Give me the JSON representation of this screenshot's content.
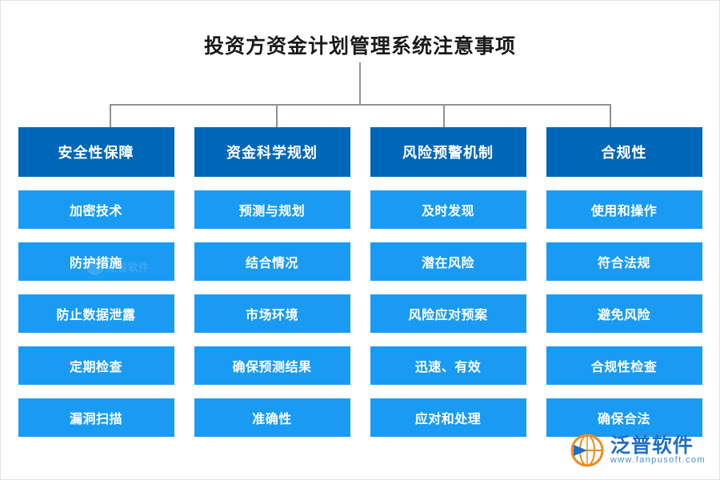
{
  "page": {
    "title": "投资方资金计划管理系统注意事项"
  },
  "diagram": {
    "type": "org-tree",
    "columns": [
      {
        "header": "安全性保障",
        "items": [
          "加密技术",
          "防护措施",
          "防止数据泄露",
          "定期检查",
          "漏洞扫描"
        ]
      },
      {
        "header": "资金科学规划",
        "items": [
          "预测与规划",
          "结合情况",
          "市场环境",
          "确保预测结果",
          "准确性"
        ]
      },
      {
        "header": "风险预警机制",
        "items": [
          "及时发现",
          "潜在风险",
          "风险应对预案",
          "迅速、有效",
          "应对和处理"
        ]
      },
      {
        "header": "合规性",
        "items": [
          "使用和操作",
          "符合法规",
          "避免风险",
          "合规性检查",
          "确保合法"
        ]
      }
    ]
  },
  "branding": {
    "watermark_text": "泛普软件",
    "logo_name": "泛普软件",
    "logo_domain": "www.fanpusoft.com"
  },
  "colors": {
    "header_box": "#0067b8",
    "item_box": "#199bf4",
    "connector": "#8f9194",
    "title_text": "#1a1a1a",
    "brand": "#1f6fc4"
  }
}
